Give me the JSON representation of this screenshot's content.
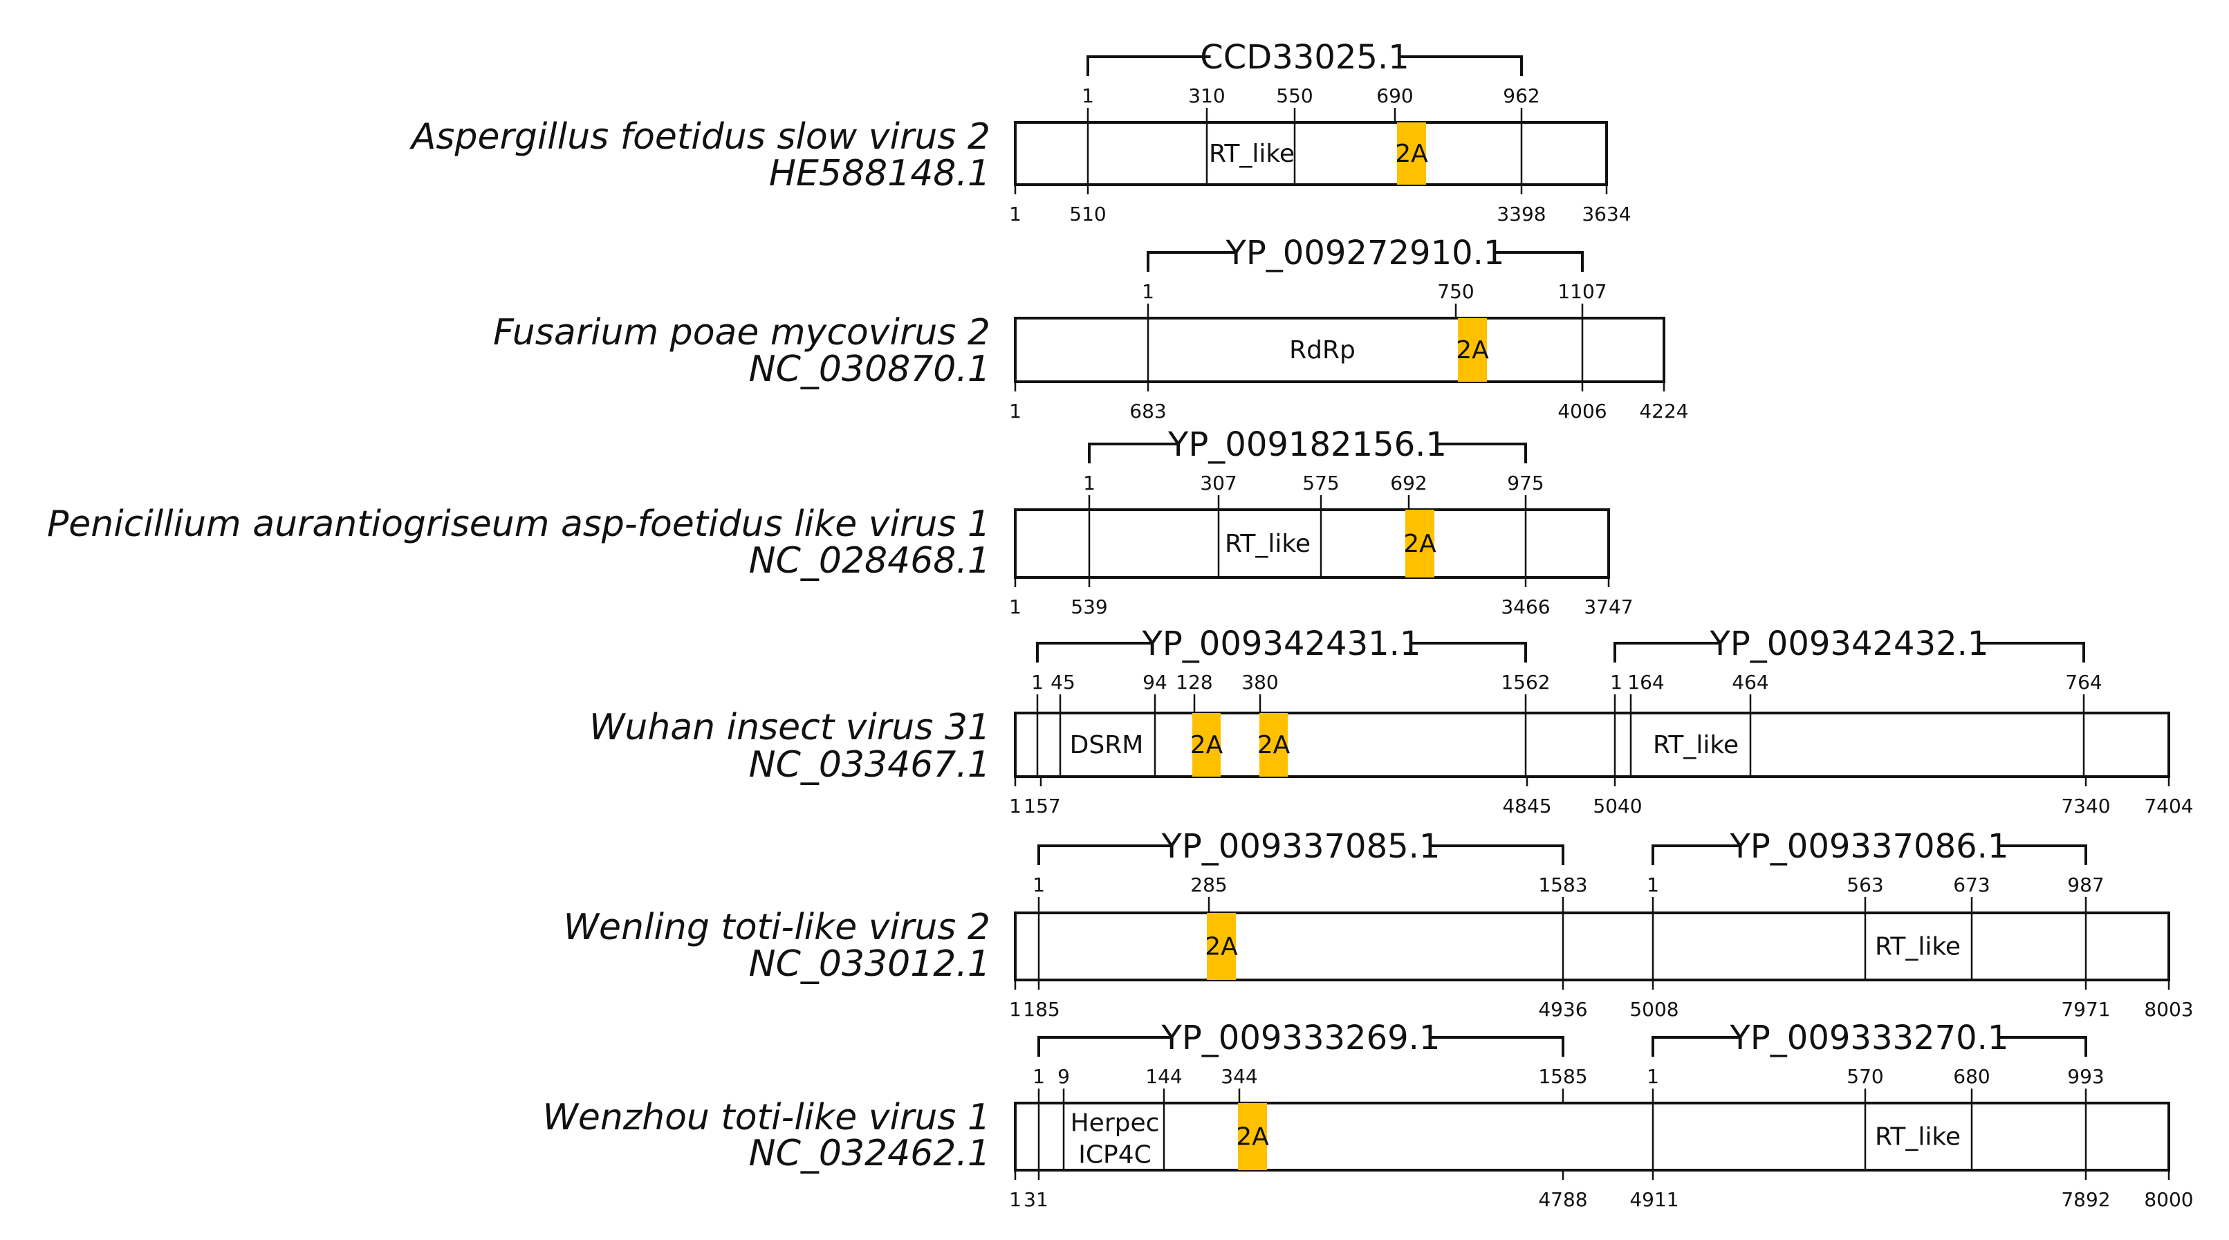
{
  "colors": {
    "motif_2a": "#ffc000",
    "line": "#111111"
  },
  "genomes": [
    {
      "name": "Aspergillus foetidus slow virus 2",
      "accession": "HE588148.1",
      "nt_marks": [
        "1",
        "510",
        "3398",
        "3634"
      ],
      "orfs": [
        {
          "label": "CCD33025.1",
          "aa_marks": [
            "1",
            "310",
            "550",
            "690",
            "962"
          ]
        }
      ],
      "domains": [
        {
          "label": "RT_like"
        },
        {
          "label": "2A"
        }
      ]
    },
    {
      "name": "Fusarium poae mycovirus 2",
      "accession": "NC_030870.1",
      "nt_marks": [
        "1",
        "683",
        "4006",
        "4224"
      ],
      "orfs": [
        {
          "label": "YP_009272910.1",
          "aa_marks": [
            "1",
            "750",
            "1107"
          ]
        }
      ],
      "domains": [
        {
          "label": "RdRp"
        },
        {
          "label": "2A"
        }
      ]
    },
    {
      "name": "Penicillium aurantiogriseum asp-foetidus like virus 1",
      "accession": "NC_028468.1",
      "nt_marks": [
        "1",
        "539",
        "3466",
        "3747"
      ],
      "orfs": [
        {
          "label": "YP_009182156.1",
          "aa_marks": [
            "1",
            "307",
            "575",
            "692",
            "975"
          ]
        }
      ],
      "domains": [
        {
          "label": "RT_like"
        },
        {
          "label": "2A"
        }
      ]
    },
    {
      "name": "Wuhan insect virus 31",
      "accession": "NC_033467.1",
      "nt_marks": [
        "1",
        "157",
        "4845",
        "5040",
        "7340",
        "7404"
      ],
      "orfs": [
        {
          "label": "YP_009342431.1",
          "aa_marks": [
            "1",
            "45",
            "94",
            "128",
            "380",
            "1562"
          ]
        },
        {
          "label": "YP_009342432.1",
          "aa_marks": [
            "1",
            "164",
            "464",
            "764"
          ]
        }
      ],
      "domains": [
        {
          "label": "DSRM"
        },
        {
          "label": "2A"
        },
        {
          "label": "2A"
        },
        {
          "label": "RT_like"
        }
      ]
    },
    {
      "name": "Wenling toti-like virus 2",
      "accession": "NC_033012.1",
      "nt_marks": [
        "1",
        "185",
        "4936",
        "5008",
        "7971",
        "8003"
      ],
      "orfs": [
        {
          "label": "YP_009337085.1",
          "aa_marks": [
            "1",
            "285",
            "1583"
          ]
        },
        {
          "label": "YP_009337086.1",
          "aa_marks": [
            "1",
            "563",
            "673",
            "987"
          ]
        }
      ],
      "domains": [
        {
          "label": "2A"
        },
        {
          "label": "RT_like"
        }
      ]
    },
    {
      "name": "Wenzhou toti-like virus 1",
      "accession": "NC_032462.1",
      "nt_marks": [
        "1",
        "31",
        "4788",
        "4911",
        "7892",
        "8000"
      ],
      "orfs": [
        {
          "label": "YP_009333269.1",
          "aa_marks": [
            "1",
            "9",
            "144",
            "344",
            "1585"
          ]
        },
        {
          "label": "YP_009333270.1",
          "aa_marks": [
            "1",
            "570",
            "680",
            "993"
          ]
        }
      ],
      "domains": [
        {
          "label": "Herpec",
          "label2": "ICP4C"
        },
        {
          "label": "2A"
        },
        {
          "label": "RT_like"
        }
      ]
    }
  ]
}
